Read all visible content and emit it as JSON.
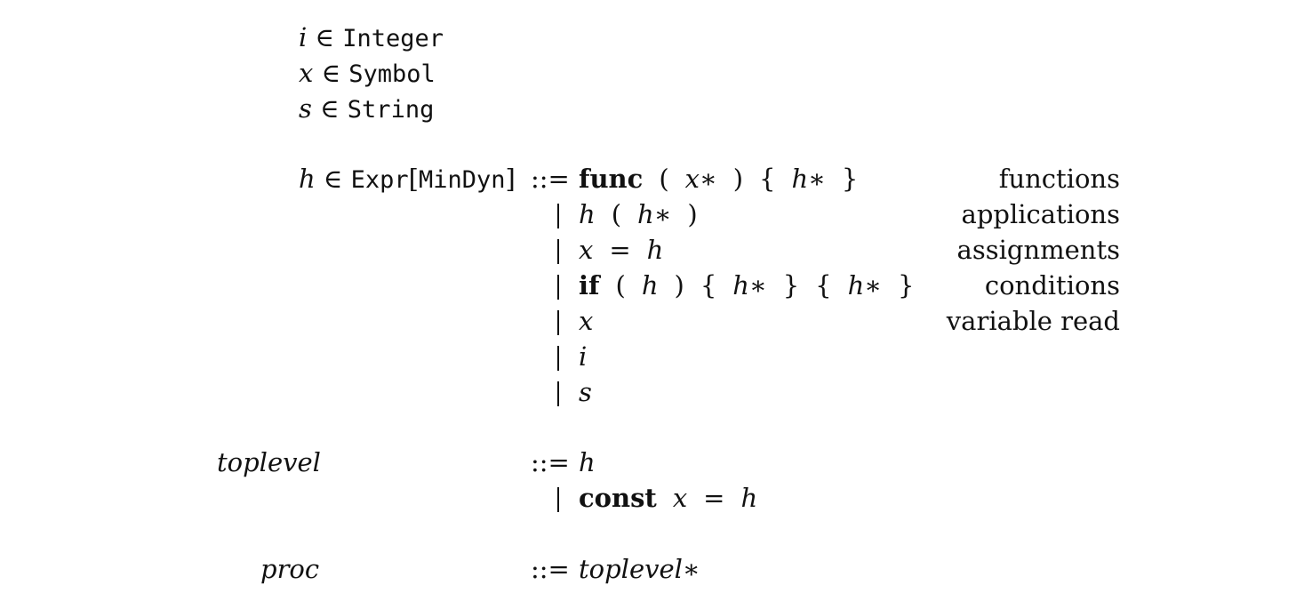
{
  "domains": [
    {
      "var": "i",
      "in": "∈",
      "set": "Integer"
    },
    {
      "var": "x",
      "in": "∈",
      "set": "Symbol"
    },
    {
      "var": "s",
      "in": "∈",
      "set": "String"
    }
  ],
  "expr": {
    "var": "h",
    "in": "∈",
    "set_name": "Expr",
    "lbrack": "[",
    "param": "MinDyn",
    "rbrack": "]",
    "defeq": "::=",
    "bar": "|",
    "productions": [
      {
        "tokens": [
          "func",
          "(",
          "x∗",
          ")",
          "{",
          "h∗",
          "}"
        ],
        "desc": "functions"
      },
      {
        "tokens": [
          "h",
          "(",
          "h∗",
          ")"
        ],
        "desc": "applications"
      },
      {
        "tokens": [
          "x",
          "=",
          "h"
        ],
        "desc": "assignments"
      },
      {
        "tokens": [
          "if",
          "(",
          "h",
          ")",
          "{",
          "h∗",
          "}",
          "{",
          "h∗",
          "}"
        ],
        "desc": "conditions"
      },
      {
        "tokens": [
          "x"
        ],
        "desc": "variable read"
      },
      {
        "tokens": [
          "i"
        ],
        "desc": ""
      },
      {
        "tokens": [
          "s"
        ],
        "desc": ""
      }
    ]
  },
  "toplevel": {
    "name": "toplevel",
    "defeq": "::=",
    "productions": [
      {
        "tokens": [
          "h"
        ]
      },
      {
        "tokens": [
          "const",
          "x",
          "=",
          "h"
        ]
      }
    ]
  },
  "proc": {
    "name": "proc",
    "defeq": "::=",
    "rhs": "toplevel∗"
  }
}
